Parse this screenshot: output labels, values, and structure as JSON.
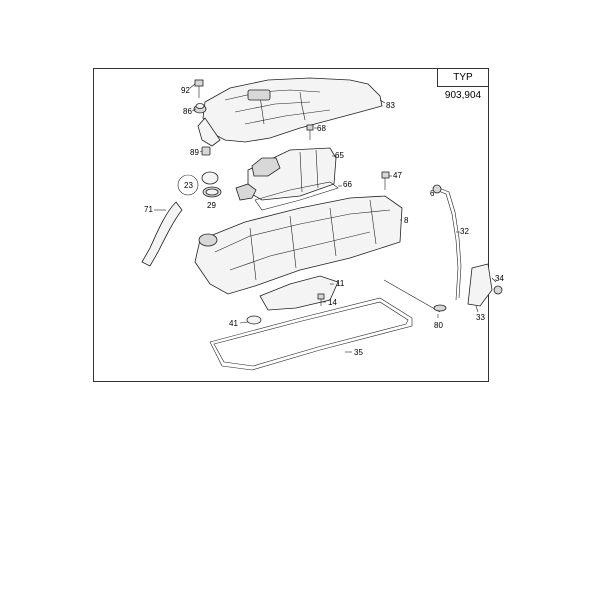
{
  "type_label": "TYP 903,904",
  "callouts": {
    "c92": "92",
    "c86": "86",
    "c83": "83",
    "c68": "68",
    "c89": "89",
    "c65": "65",
    "c47": "47",
    "c23": "23",
    "c66": "66",
    "c29": "29",
    "c6": "6",
    "c71": "71",
    "c8": "8",
    "c32": "32",
    "c11": "11",
    "c34": "34",
    "c14": "14",
    "c41": "41",
    "c80": "80",
    "c33": "33",
    "c35": "35"
  }
}
